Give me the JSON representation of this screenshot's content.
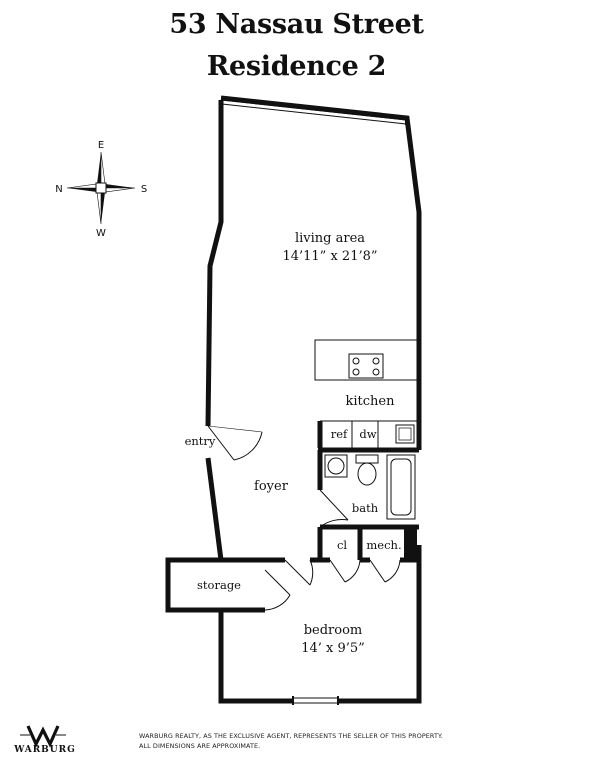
{
  "title": {
    "line1": "53 Nassau Street",
    "line2": "Residence 2"
  },
  "compass": {
    "east": "E",
    "north": "N",
    "south": "S",
    "west": "W"
  },
  "rooms": {
    "living_area": {
      "name": "living area",
      "dims": "14’11” x 21’8”"
    },
    "kitchen": {
      "name": "kitchen"
    },
    "ref": "ref",
    "dw": "dw",
    "entry": "entry",
    "foyer": "foyer",
    "bath": "bath",
    "closet": "cl",
    "mech": "mech.",
    "storage": "storage",
    "bedroom": {
      "name": "bedroom",
      "dims": "14’ x 9’5”"
    }
  },
  "footer": {
    "disclaimer_line1": "WARBURG REALTY, AS THE EXCLUSIVE AGENT, REPRESENTS THE SELLER OF THIS PROPERTY.",
    "disclaimer_line2": "ALL DIMENSIONS ARE APPROXIMATE.",
    "logo_text": "WARBURG"
  },
  "colors": {
    "wall": "#111111",
    "background": "#ffffff"
  }
}
